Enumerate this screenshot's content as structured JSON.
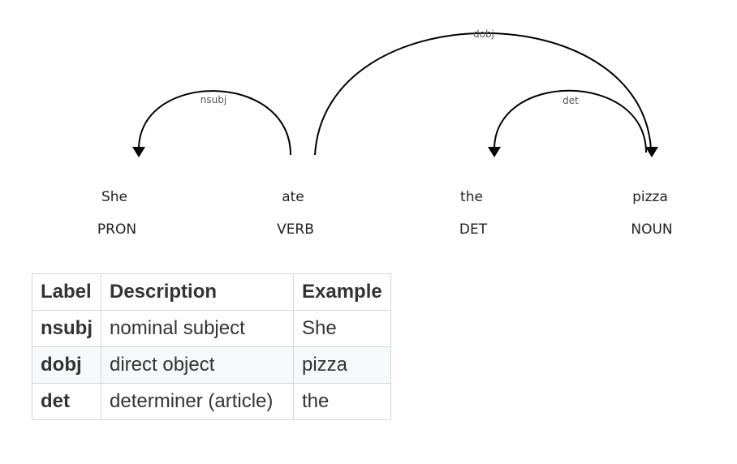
{
  "arcs": [
    {
      "label": "nsubj",
      "from": "ate",
      "to": "She"
    },
    {
      "label": "dobj",
      "from": "ate",
      "to": "pizza"
    },
    {
      "label": "det",
      "from": "pizza",
      "to": "the"
    }
  ],
  "tokens": [
    {
      "word": "She",
      "tag": "PRON"
    },
    {
      "word": "ate",
      "tag": "VERB"
    },
    {
      "word": "the",
      "tag": "DET"
    },
    {
      "word": "pizza",
      "tag": "NOUN"
    }
  ],
  "table": {
    "headers": [
      "Label",
      "Description",
      "Example"
    ],
    "rows": [
      {
        "label": "nsubj",
        "description": "nominal subject",
        "example": "She"
      },
      {
        "label": "dobj",
        "description": "direct object",
        "example": "pizza"
      },
      {
        "label": "det",
        "description": "determiner (article)",
        "example": "the"
      }
    ]
  }
}
